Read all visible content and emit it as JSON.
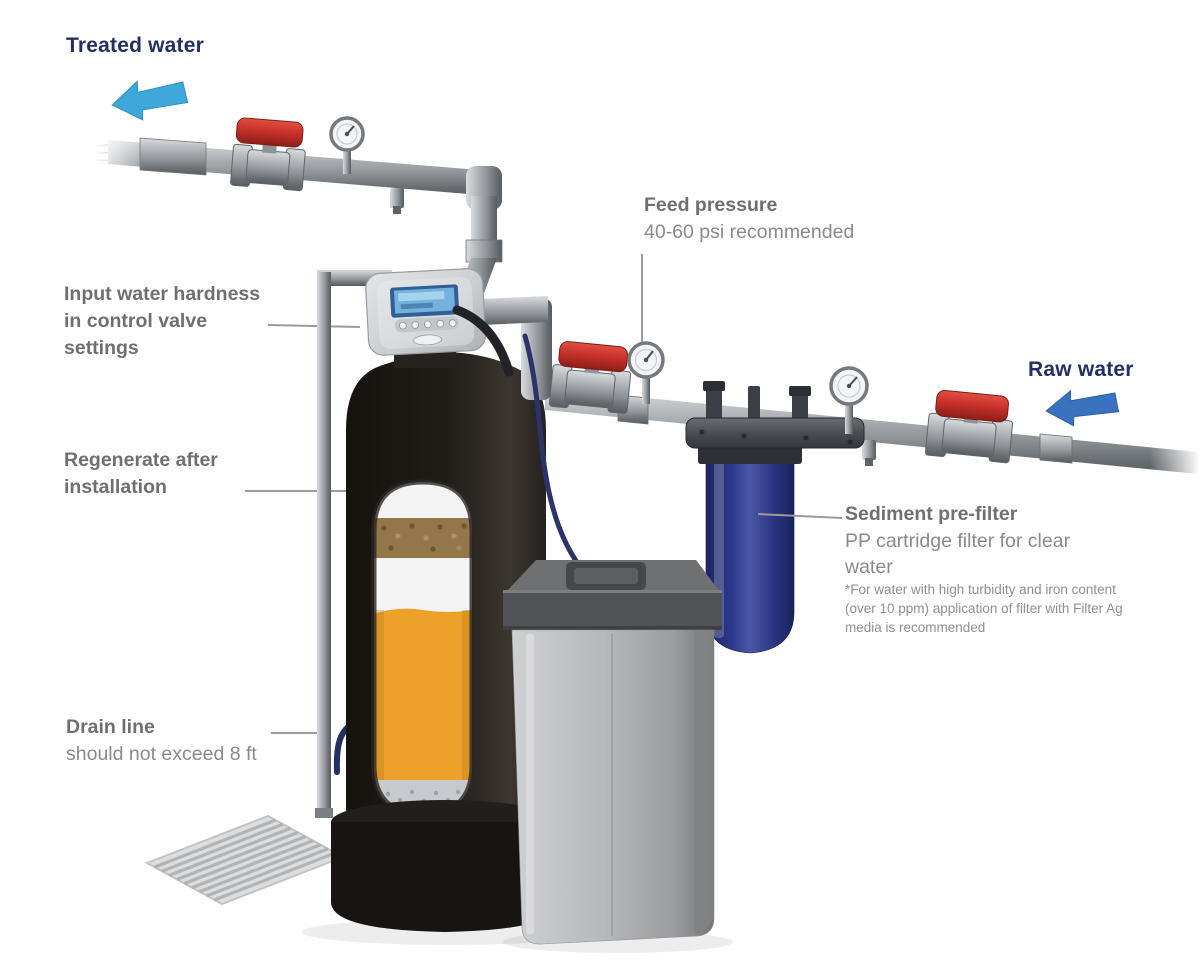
{
  "diagram": {
    "labels": {
      "treated_water": "Treated water",
      "raw_water": "Raw water",
      "feed_pressure": {
        "title": "Feed pressure",
        "subtitle": "40-60 psi recommended"
      },
      "input_hardness": {
        "line1": "Input water hardness",
        "line2": "in control valve",
        "line3": "settings"
      },
      "regenerate": {
        "line1": "Regenerate after",
        "line2": "installation"
      },
      "drain_line": {
        "title": "Drain line",
        "subtitle": "should not exceed 8 ft"
      },
      "sediment_filter": {
        "title": "Sediment pre-filter",
        "line1": "PP cartridge filter for clear",
        "line2": "water",
        "footnote": "*For water with high turbidity and iron content (over 10 ppm) application of filter with Filter Ag media is recommended"
      }
    },
    "colors": {
      "label_navy": "#223063",
      "label_gray": "#6f6f6f",
      "label_gray_light": "#8a8a8a",
      "footnote_gray": "#8f8f8f",
      "callout_gray": "#9a9a9a",
      "treated_arrow_blue": "#3fa8da",
      "raw_arrow_blue": "#3b72c0",
      "valve_red": "#c9302a",
      "pipe_gray": "#9aa0a4",
      "tank_black": "#201c18",
      "resin_orange": "#eda12b",
      "filter_blue": "#2e3a8e",
      "brine_tank_gray": "#b4b6b8",
      "lcd_blue": "#74b2de"
    }
  }
}
